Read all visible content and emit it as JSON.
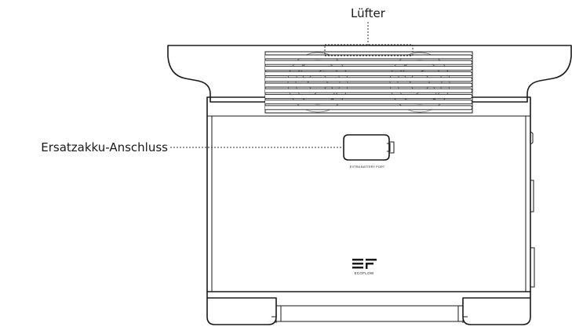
{
  "callouts": {
    "fan_label": "Lüfter",
    "port_label": "Ersatzakku-Anschluss"
  },
  "device_text": {
    "port_caption": "EXTRA BATTERY PORT",
    "brand_name": "ECOFLOW"
  },
  "icons": {
    "logo": "ecoflow-ef-logo-icon",
    "fans": "fan-icon"
  },
  "colors": {
    "line": "#1a1a1a",
    "background": "#ffffff"
  }
}
